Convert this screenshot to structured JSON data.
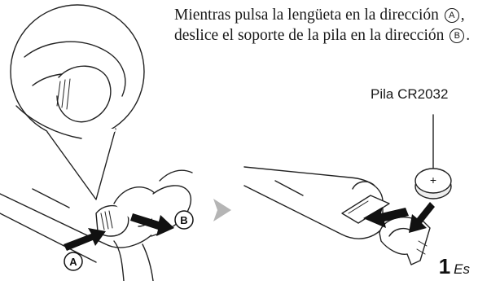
{
  "instruction": {
    "part1": "Mientras pulsa la lengüeta en la dirección",
    "marker_a": "A",
    "part2": ", deslice el soporte de la pila en la dirección",
    "marker_b": "B",
    "part3": "."
  },
  "battery_label": "Pila CR2032",
  "battery_sign": "+",
  "direction_labels": {
    "a": "A",
    "b": "B"
  },
  "footer": {
    "page_number": "1",
    "language": "Es"
  }
}
